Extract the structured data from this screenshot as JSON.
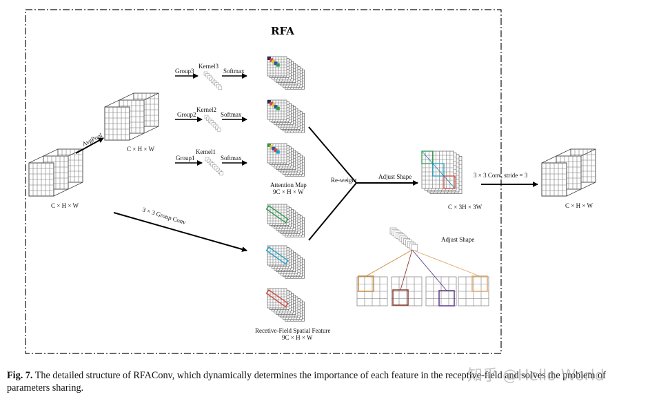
{
  "figure": {
    "title": "RFA",
    "labels": {
      "input_dims": "C × H × W",
      "avgpool": "AvgPool",
      "pooled_dims": "C × H × W",
      "group3": "Group3",
      "group2": "Group2",
      "group1": "Group1",
      "kernel3": "Kernel3",
      "kernel2": "Kernel2",
      "kernel1": "Kernel1",
      "softmax": "Softmax",
      "attention_map": "Attention Map",
      "attention_dims": "9C × H × W",
      "group_conv": "3 × 3 Group Conv",
      "receptive_feature": "Recetive-Field Spatial Feature",
      "receptive_dims": "9C × H × W",
      "reweight": "Re-weight",
      "adjust_shape": "Adjust Shape",
      "adjusted_dims": "C × 3H × 3W",
      "conv_stride": "3 × 3 Conv, stride = 3",
      "output_dims": "C × H × W",
      "adjust_shape_inset": "Adjust Shape"
    },
    "colors": {
      "orange": "#c98a3a",
      "brown": "#8b3a2e",
      "purple": "#5b3a8c",
      "peach": "#e0a66a",
      "green": "#2e9b4a",
      "cyan": "#1fa3c9",
      "red": "#d0463a",
      "blue": "#2a4fb0",
      "yellow": "#e8c23a",
      "navy": "#1f2a6b"
    }
  },
  "caption": {
    "label": "Fig. 7.",
    "text": "The detailed structure of RFAConv, which dynamically determines the importance of each feature in the receptive-field and solves the problem of parameters sharing."
  },
  "watermark": "知乎 @Hello World"
}
